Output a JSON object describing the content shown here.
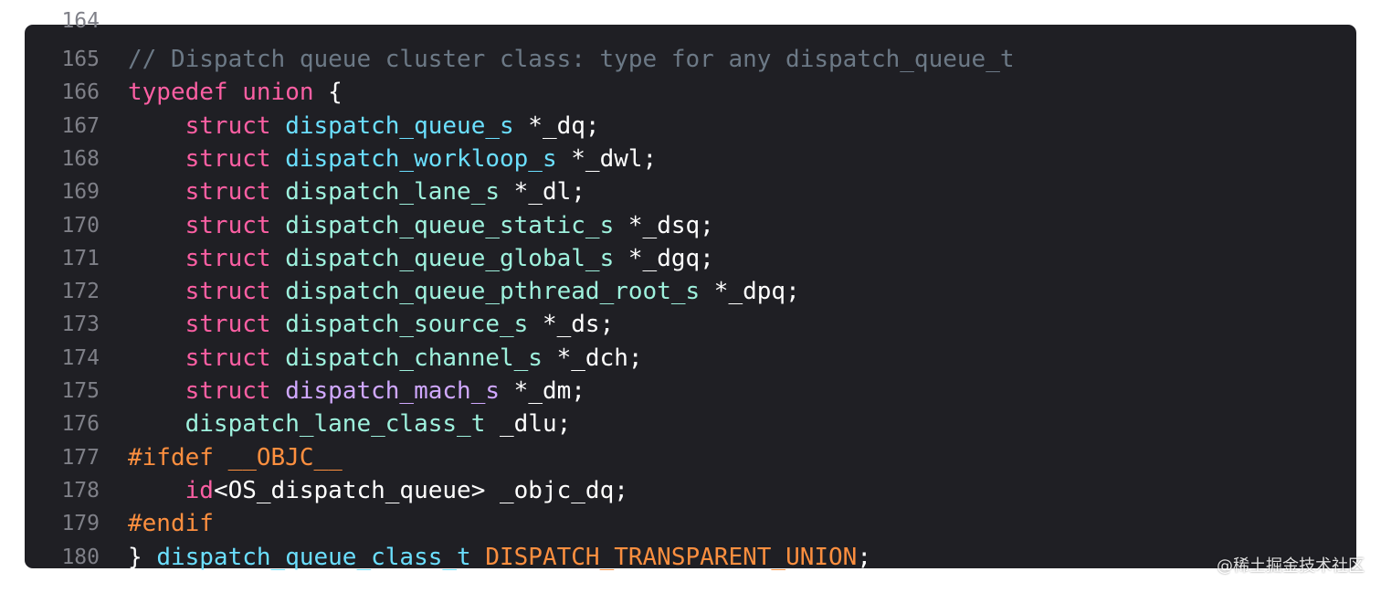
{
  "colors": {
    "background": "#1f1f24",
    "line_number": "#7f8088",
    "plain": "#ffffff",
    "keyword": "#fc5fa3",
    "comment": "#6c7986",
    "type_project": "#6bdfff",
    "type_other": "#9ef1dd",
    "type_purple": "#d0a8ff",
    "preprocessor": "#fd8f3f"
  },
  "partial_line_number": "164",
  "editor": {
    "lines": [
      {
        "n": "165",
        "tokens": [
          {
            "t": "// Dispatch queue cluster class: type for any dispatch_queue_t",
            "c": "comment"
          }
        ]
      },
      {
        "n": "166",
        "tokens": [
          {
            "t": "typedef",
            "c": "keyword"
          },
          {
            "t": " ",
            "c": "plain"
          },
          {
            "t": "union",
            "c": "keyword"
          },
          {
            "t": " {",
            "c": "plain"
          }
        ]
      },
      {
        "n": "167",
        "tokens": [
          {
            "t": "    ",
            "c": "plain"
          },
          {
            "t": "struct",
            "c": "keyword"
          },
          {
            "t": " ",
            "c": "plain"
          },
          {
            "t": "dispatch_queue_s",
            "c": "type_project"
          },
          {
            "t": " *_dq;",
            "c": "plain"
          }
        ]
      },
      {
        "n": "168",
        "tokens": [
          {
            "t": "    ",
            "c": "plain"
          },
          {
            "t": "struct",
            "c": "keyword"
          },
          {
            "t": " ",
            "c": "plain"
          },
          {
            "t": "dispatch_workloop_s",
            "c": "type_project"
          },
          {
            "t": " *_dwl;",
            "c": "plain"
          }
        ]
      },
      {
        "n": "169",
        "tokens": [
          {
            "t": "    ",
            "c": "plain"
          },
          {
            "t": "struct",
            "c": "keyword"
          },
          {
            "t": " ",
            "c": "plain"
          },
          {
            "t": "dispatch_lane_s",
            "c": "type_other"
          },
          {
            "t": " *_dl;",
            "c": "plain"
          }
        ]
      },
      {
        "n": "170",
        "tokens": [
          {
            "t": "    ",
            "c": "plain"
          },
          {
            "t": "struct",
            "c": "keyword"
          },
          {
            "t": " ",
            "c": "plain"
          },
          {
            "t": "dispatch_queue_static_s",
            "c": "type_other"
          },
          {
            "t": " *_dsq;",
            "c": "plain"
          }
        ]
      },
      {
        "n": "171",
        "tokens": [
          {
            "t": "    ",
            "c": "plain"
          },
          {
            "t": "struct",
            "c": "keyword"
          },
          {
            "t": " ",
            "c": "plain"
          },
          {
            "t": "dispatch_queue_global_s",
            "c": "type_other"
          },
          {
            "t": " *_dgq;",
            "c": "plain"
          }
        ]
      },
      {
        "n": "172",
        "tokens": [
          {
            "t": "    ",
            "c": "plain"
          },
          {
            "t": "struct",
            "c": "keyword"
          },
          {
            "t": " ",
            "c": "plain"
          },
          {
            "t": "dispatch_queue_pthread_root_s",
            "c": "type_other"
          },
          {
            "t": " *_dpq;",
            "c": "plain"
          }
        ]
      },
      {
        "n": "173",
        "tokens": [
          {
            "t": "    ",
            "c": "plain"
          },
          {
            "t": "struct",
            "c": "keyword"
          },
          {
            "t": " ",
            "c": "plain"
          },
          {
            "t": "dispatch_source_s",
            "c": "type_other"
          },
          {
            "t": " *_ds;",
            "c": "plain"
          }
        ]
      },
      {
        "n": "174",
        "tokens": [
          {
            "t": "    ",
            "c": "plain"
          },
          {
            "t": "struct",
            "c": "keyword"
          },
          {
            "t": " ",
            "c": "plain"
          },
          {
            "t": "dispatch_channel_s",
            "c": "type_other"
          },
          {
            "t": " *_dch;",
            "c": "plain"
          }
        ]
      },
      {
        "n": "175",
        "tokens": [
          {
            "t": "    ",
            "c": "plain"
          },
          {
            "t": "struct",
            "c": "keyword"
          },
          {
            "t": " ",
            "c": "plain"
          },
          {
            "t": "dispatch_mach_s",
            "c": "type_purple"
          },
          {
            "t": " *_dm;",
            "c": "plain"
          }
        ]
      },
      {
        "n": "176",
        "tokens": [
          {
            "t": "    ",
            "c": "plain"
          },
          {
            "t": "dispatch_lane_class_t",
            "c": "type_other"
          },
          {
            "t": " _dlu;",
            "c": "plain"
          }
        ]
      },
      {
        "n": "177",
        "tokens": [
          {
            "t": "#ifdef __OBJC__",
            "c": "preprocessor"
          }
        ]
      },
      {
        "n": "178",
        "tokens": [
          {
            "t": "    ",
            "c": "plain"
          },
          {
            "t": "id",
            "c": "keyword"
          },
          {
            "t": "<OS_dispatch_queue> _objc_dq;",
            "c": "plain"
          }
        ]
      },
      {
        "n": "179",
        "tokens": [
          {
            "t": "#endif",
            "c": "preprocessor"
          }
        ]
      },
      {
        "n": "180",
        "tokens": [
          {
            "t": "} ",
            "c": "plain"
          },
          {
            "t": "dispatch_queue_class_t",
            "c": "type_project"
          },
          {
            "t": " ",
            "c": "plain"
          },
          {
            "t": "DISPATCH_TRANSPARENT_UNION",
            "c": "preprocessor"
          },
          {
            "t": ";",
            "c": "plain"
          }
        ]
      }
    ]
  },
  "watermark": "@稀土掘金技术社区"
}
